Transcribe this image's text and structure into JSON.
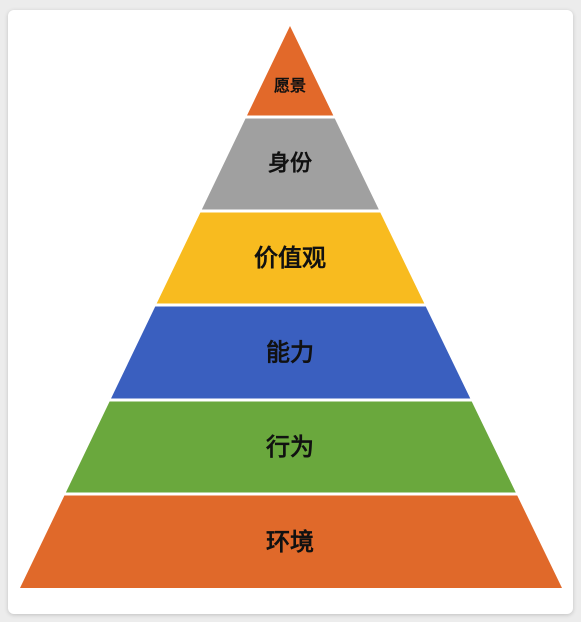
{
  "pyramid": {
    "layers": [
      {
        "label": "愿景",
        "color": "#e2692a"
      },
      {
        "label": "身份",
        "color": "#a0a0a0"
      },
      {
        "label": "价值观",
        "color": "#f8bb1f"
      },
      {
        "label": "能力",
        "color": "#3a5fbf"
      },
      {
        "label": "行为",
        "color": "#6aa83d"
      },
      {
        "label": "环境",
        "color": "#e0692a"
      }
    ]
  }
}
